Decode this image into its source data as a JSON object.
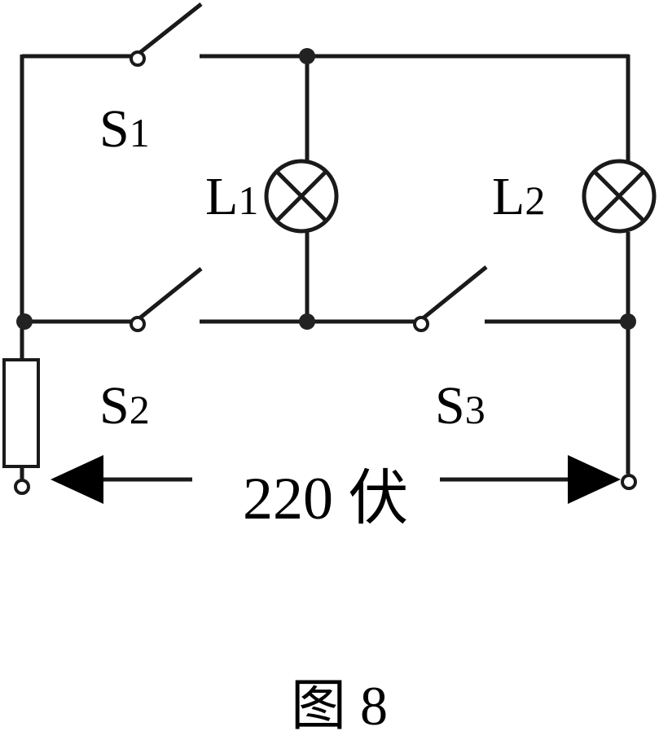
{
  "diagram": {
    "switches": [
      {
        "name": "S",
        "sub": "1"
      },
      {
        "name": "S",
        "sub": "2"
      },
      {
        "name": "S",
        "sub": "3"
      }
    ],
    "lamps": [
      {
        "name": "L",
        "sub": "1"
      },
      {
        "name": "L",
        "sub": "2"
      }
    ],
    "voltage_label": "220 伏",
    "caption": "图 8"
  }
}
